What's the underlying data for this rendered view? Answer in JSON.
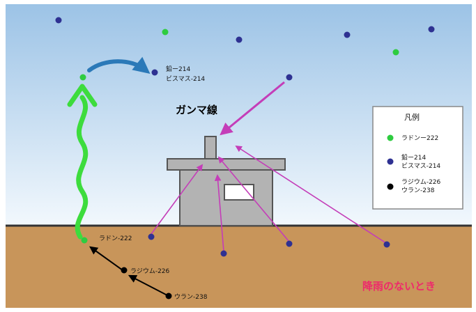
{
  "diagram": {
    "gamma_label": "ガンマ線",
    "condition_label": "降雨のないとき",
    "air_label_line1": "鉛ー214",
    "air_label_line2": "ビスマス-214",
    "ground_labels": {
      "radon": "ラドン-222",
      "radium": "ラジウム-226",
      "uranium": "ウラン-238"
    }
  },
  "legend": {
    "title": "凡例",
    "items": [
      {
        "lines": [
          "ラドンー222"
        ],
        "color": "#2ecc40"
      },
      {
        "lines": [
          "鉛ー214",
          "ビスマス-214"
        ],
        "color": "#2e3192"
      },
      {
        "lines": [
          "ラジウム-226",
          "ウラン-238"
        ],
        "color": "#000000"
      }
    ]
  },
  "colors": {
    "sky_top": "#9cc3e6",
    "sky_bottom": "#eef6fc",
    "ground": "#c8955a",
    "radon": "#2ecc40",
    "lead_bismuth": "#2e3192",
    "radium_uranium": "#000000",
    "gamma_arrow": "#c43db8",
    "transport_arrow": "#2b79b8",
    "building": "#b3b3b3",
    "condition_text": "#ee2a6b"
  },
  "icons": {
    "rise_arrow": "wavy-up-arrow-icon",
    "drift_arrow": "curved-right-arrow-icon"
  }
}
